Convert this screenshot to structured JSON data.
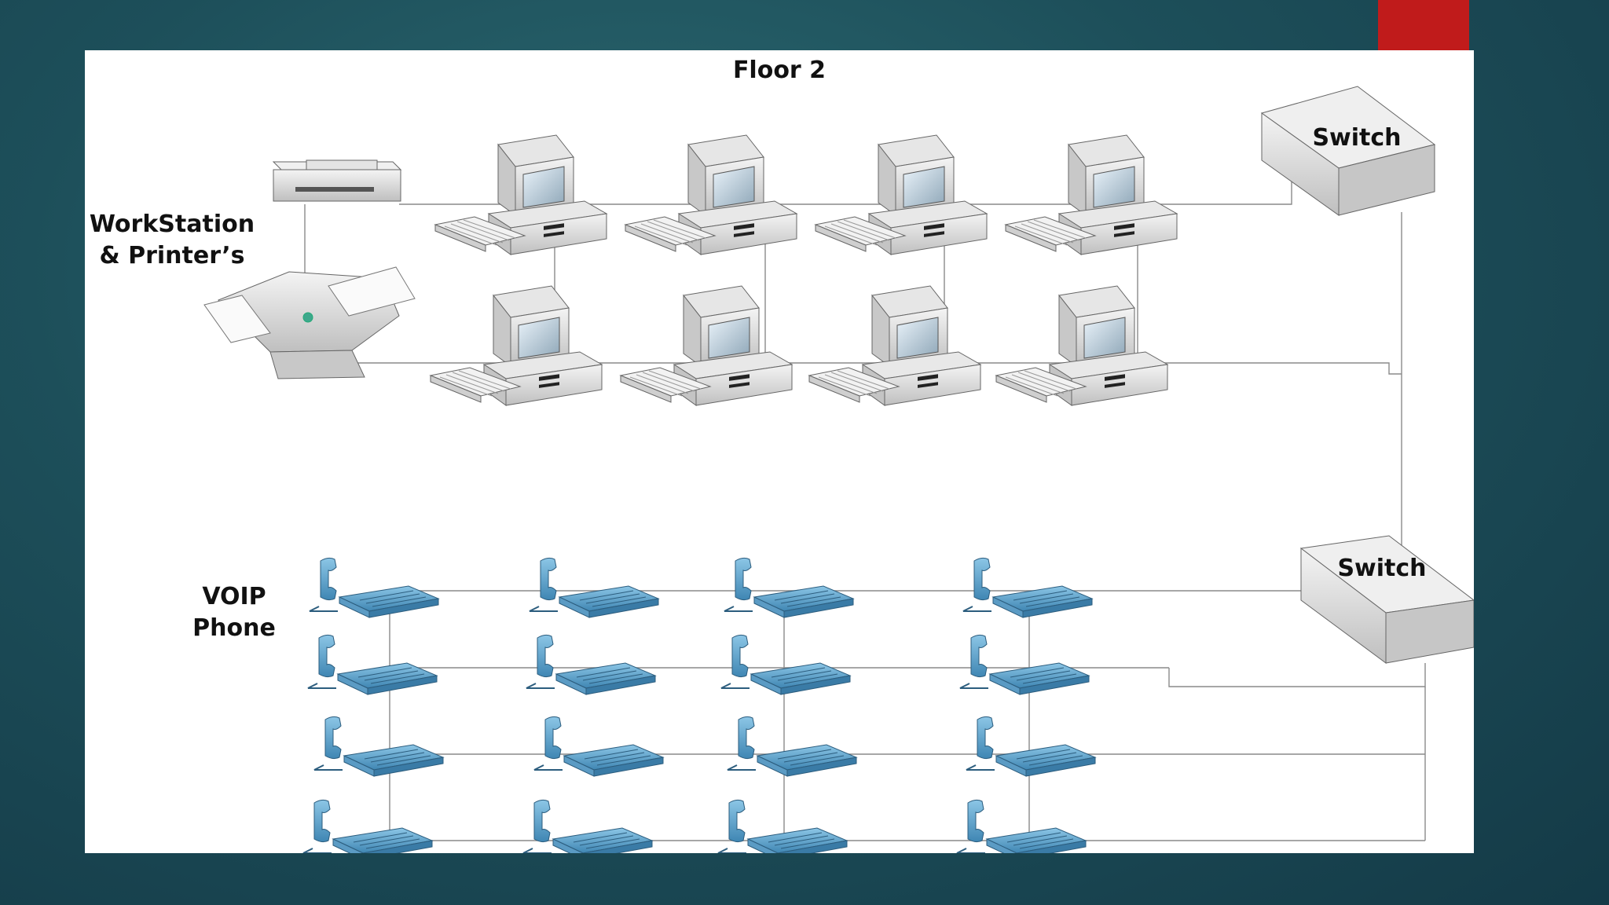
{
  "slide": {
    "title": "Floor 2",
    "workstation_label_line1": "WorkStation",
    "workstation_label_line2": "& Printer’s",
    "voip_label_line1": "VOIP",
    "voip_label_line2": "Phone",
    "switch_top_label": "Switch",
    "switch_bottom_label": "Switch"
  },
  "colors": {
    "background": "#1d4f5a",
    "accent": "#c01b1b",
    "slide": "#ffffff",
    "phone": "#5aa3c9",
    "device_gray": "#d8d8d8"
  },
  "devices": {
    "workstations": 8,
    "printers": 2,
    "voip_phones": 16,
    "switches": 2
  }
}
